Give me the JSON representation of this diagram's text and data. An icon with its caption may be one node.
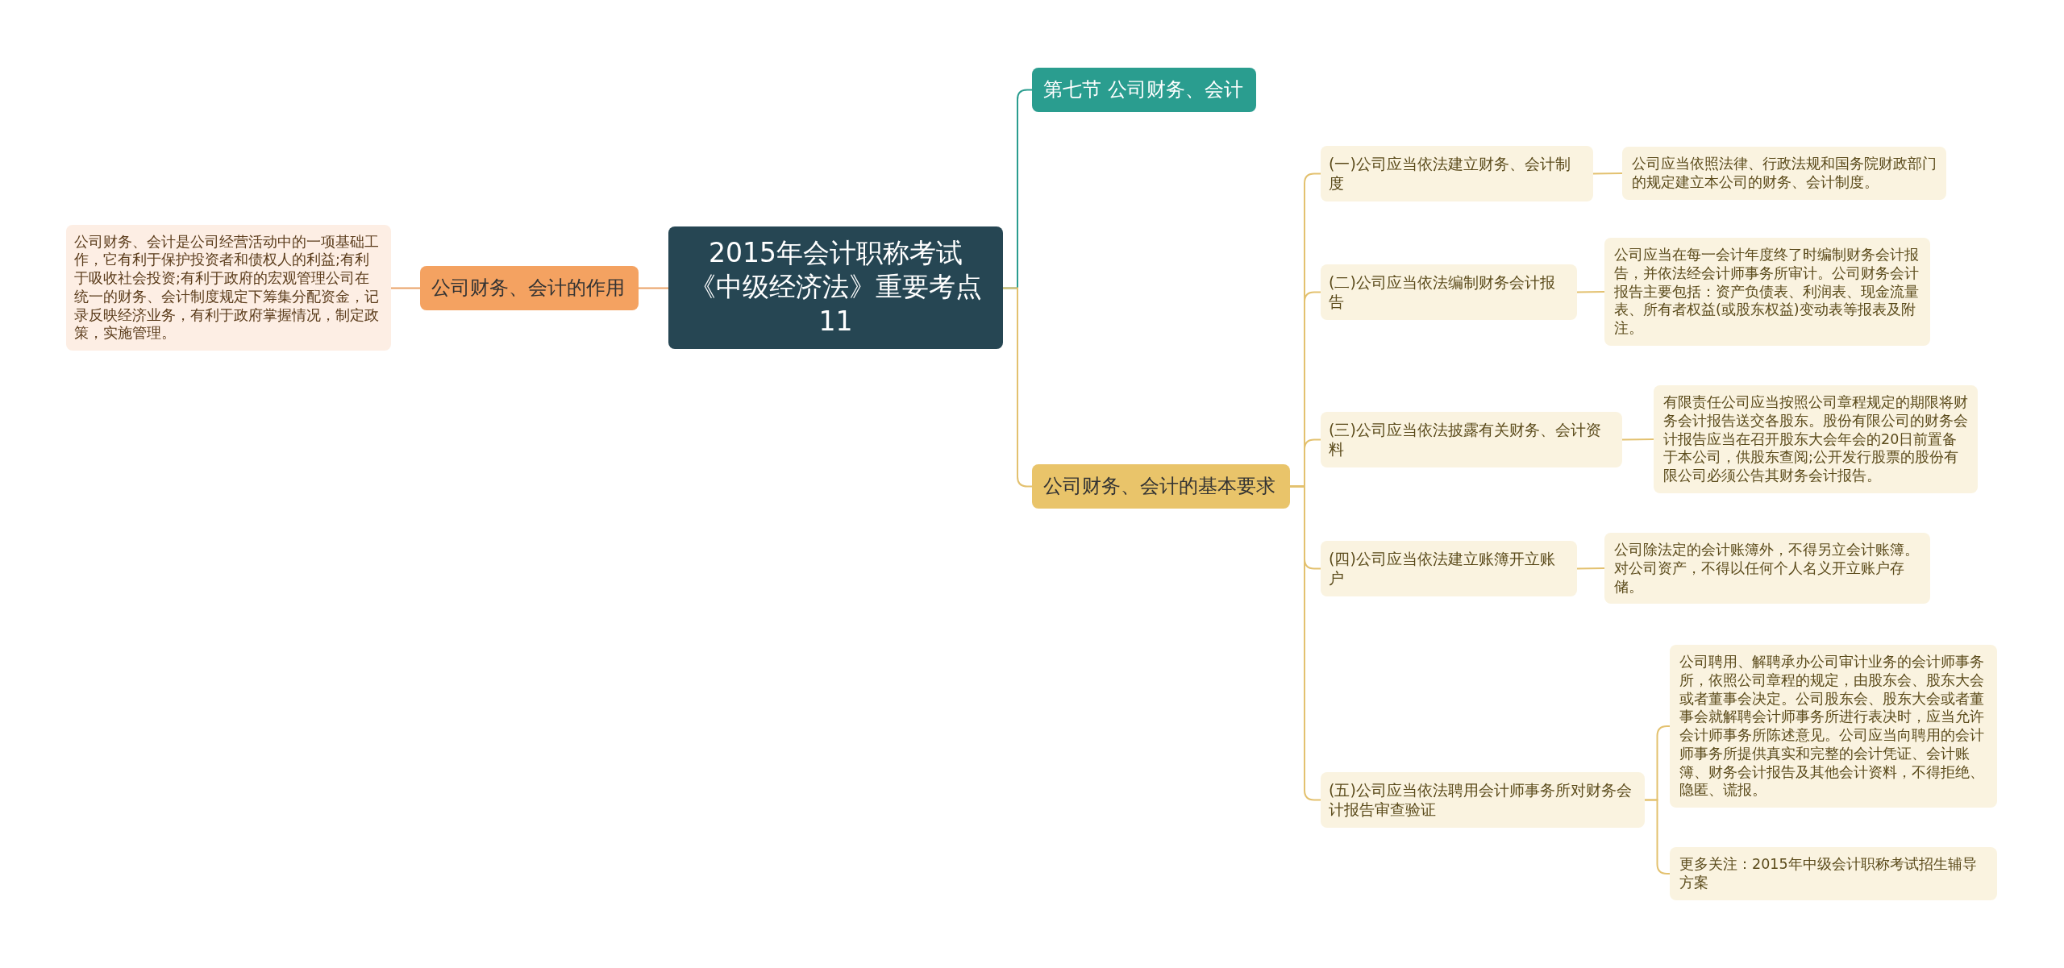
{
  "diagram": {
    "nodes": [
      {
        "text": [
          "2015年会计职称考试《中级经济法》重要考点11"
        ]
      },
      {
        "text": [
          "公司财务、会计的作用"
        ]
      },
      {
        "text": [
          "公司财务、会计是公司经营活动中的一项基础工作，它有利于保护投资者和债权人的利益;有利于吸收社会投资;有利于政府的宏观管理公司在统一的财务、会计制度规定下筹集分配资金，记录反映经济业务，有利于政府掌握情况，制定政策，实施管理。"
        ]
      },
      {
        "text": [
          "第七节 公司财务、会计"
        ]
      },
      {
        "text": [
          "公司财务、会计的基本要求"
        ]
      },
      {
        "text": [
          "(一)公司应当依法建立财务、会计制度"
        ]
      },
      {
        "text": [
          "公司应当依照法律、行政法规和国务院财政部门的规定建立本公司的财务、会计制度。"
        ]
      },
      {
        "text": [
          "(二)公司应当依法编制财务会计报告"
        ]
      },
      {
        "text": [
          "公司应当在每一会计年度终了时编制财务会计报告，并依法经会计师事务所审计。公司财务会计报告主要包括：资产负债表、利润表、现金流量表、所有者权益(或股东权益)变动表等报表及附注。"
        ]
      },
      {
        "text": [
          "(三)公司应当依法披露有关财务、会计资料"
        ]
      },
      {
        "text": [
          "有限责任公司应当按照公司章程规定的期限将财务会计报告送交各股东。股份有限公司的财务会计报告应当在召开股东大会年会的20日前置备于本公司，供股东查阅;公开发行股票的股份有限公司必须公告其财务会计报告。"
        ]
      },
      {
        "text": [
          "(四)公司应当依法建立账簿开立账户"
        ]
      },
      {
        "text": [
          "公司除法定的会计账簿外，不得另立会计账簿。对公司资产，不得以任何个人名义开立账户存储。"
        ]
      },
      {
        "text": [
          "(五)公司应当依法聘用会计师事务所对财务会计报告审查验证"
        ]
      },
      {
        "text": [
          "公司聘用、解聘承办公司审计业务的会计师事务所，依照公司章程的规定，由股东会、股东大会或者董事会决定。公司股东会、股东大会或者董事会就解聘会计师事务所进行表决时，应当允许会计师事务所陈述意见。公司应当向聘用的会计师事务所提供真实和完整的会计凭证、会计账簿、财务会计报告及其他会计资料，不得拒绝、隐匿、谎报。"
        ]
      },
      {
        "text": [
          "更多关注：2015年中级会计职称考试招生辅导方案"
        ]
      }
    ],
    "edges": [
      {
        "from": 0,
        "to": 1,
        "arrow": "none",
        "color": "#e9a166"
      },
      {
        "from": 1,
        "to": 2,
        "arrow": "none",
        "color": "#e9a166"
      },
      {
        "from": 0,
        "to": 3,
        "arrow": "none",
        "color": "#2a9d8f"
      },
      {
        "from": 0,
        "to": 4,
        "arrow": "none"
      },
      {
        "from": 4,
        "to": 5,
        "arrow": "none"
      },
      {
        "from": 5,
        "to": 6,
        "arrow": "none"
      },
      {
        "from": 4,
        "to": 7,
        "arrow": "none"
      },
      {
        "from": 7,
        "to": 8,
        "arrow": "none"
      },
      {
        "from": 4,
        "to": 9,
        "arrow": "none"
      },
      {
        "from": 9,
        "to": 10,
        "arrow": "none"
      },
      {
        "from": 4,
        "to": 11,
        "arrow": "none"
      },
      {
        "from": 11,
        "to": 12,
        "arrow": "none"
      },
      {
        "from": 4,
        "to": 13,
        "arrow": "none"
      },
      {
        "from": 13,
        "to": 14,
        "arrow": "none"
      },
      {
        "from": 13,
        "to": 15,
        "arrow": "none"
      }
    ]
  }
}
